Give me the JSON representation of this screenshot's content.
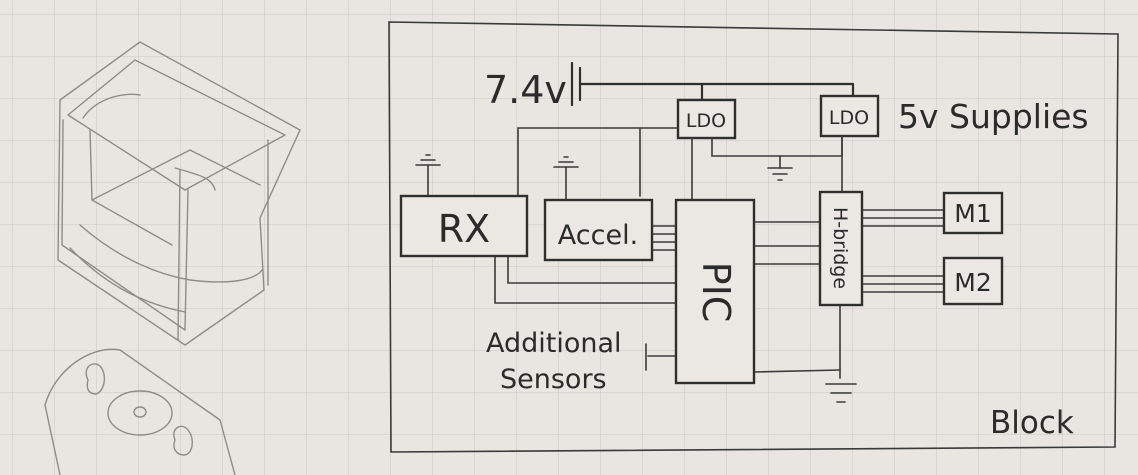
{
  "diagram": {
    "battery_label": "7.4v",
    "supply_label": "5v Supplies",
    "corner_label": "Block",
    "regulators": [
      {
        "label": "LDO"
      },
      {
        "label": "LDO"
      }
    ],
    "blocks": {
      "receiver": "RX",
      "accelerometer": "Accel.",
      "controller": "PIC",
      "driver": "H-bridge",
      "motor1": "M1",
      "motor2": "M2"
    },
    "sensors_label_line1": "Additional",
    "sensors_label_line2": "Sensors"
  },
  "colors": {
    "paper": "#e9e6e1",
    "grid": "#c9c7c8",
    "ink": "#2f2f2f",
    "pencil": "#8f8c88"
  }
}
